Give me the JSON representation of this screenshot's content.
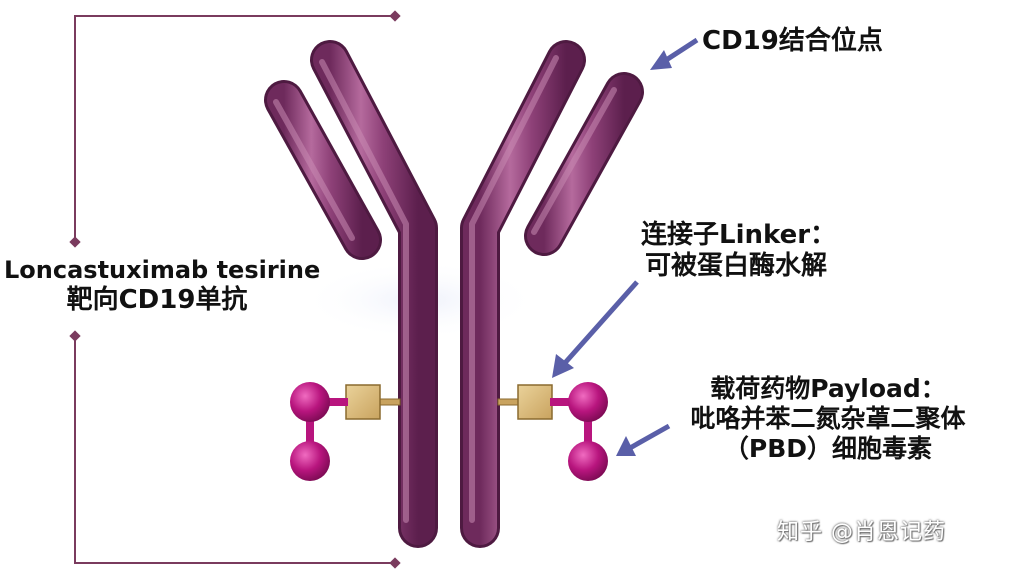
{
  "labels": {
    "cd19_binding_site": "CD19结合位点",
    "linker_line1": "连接子Linker：",
    "linker_line2": "可被蛋白酶水解",
    "antibody_line1": "Loncastuximab tesirine",
    "antibody_line2": "靶向CD19单抗",
    "payload_line1": "载荷药物Payload：",
    "payload_line2": "吡咯并苯二氮杂䓬二聚体",
    "payload_line3": "（PBD）细胞毒素"
  },
  "watermark": "知乎 @肖恩记药",
  "colors": {
    "antibody_purple": "#8a3c74",
    "antibody_highlight": "#c47aac",
    "arrow_blue": "#5a5fa8",
    "bracket_line": "#7a3b5e",
    "payload_magenta": "#b8157e",
    "linker_tan": "#d9b878"
  }
}
